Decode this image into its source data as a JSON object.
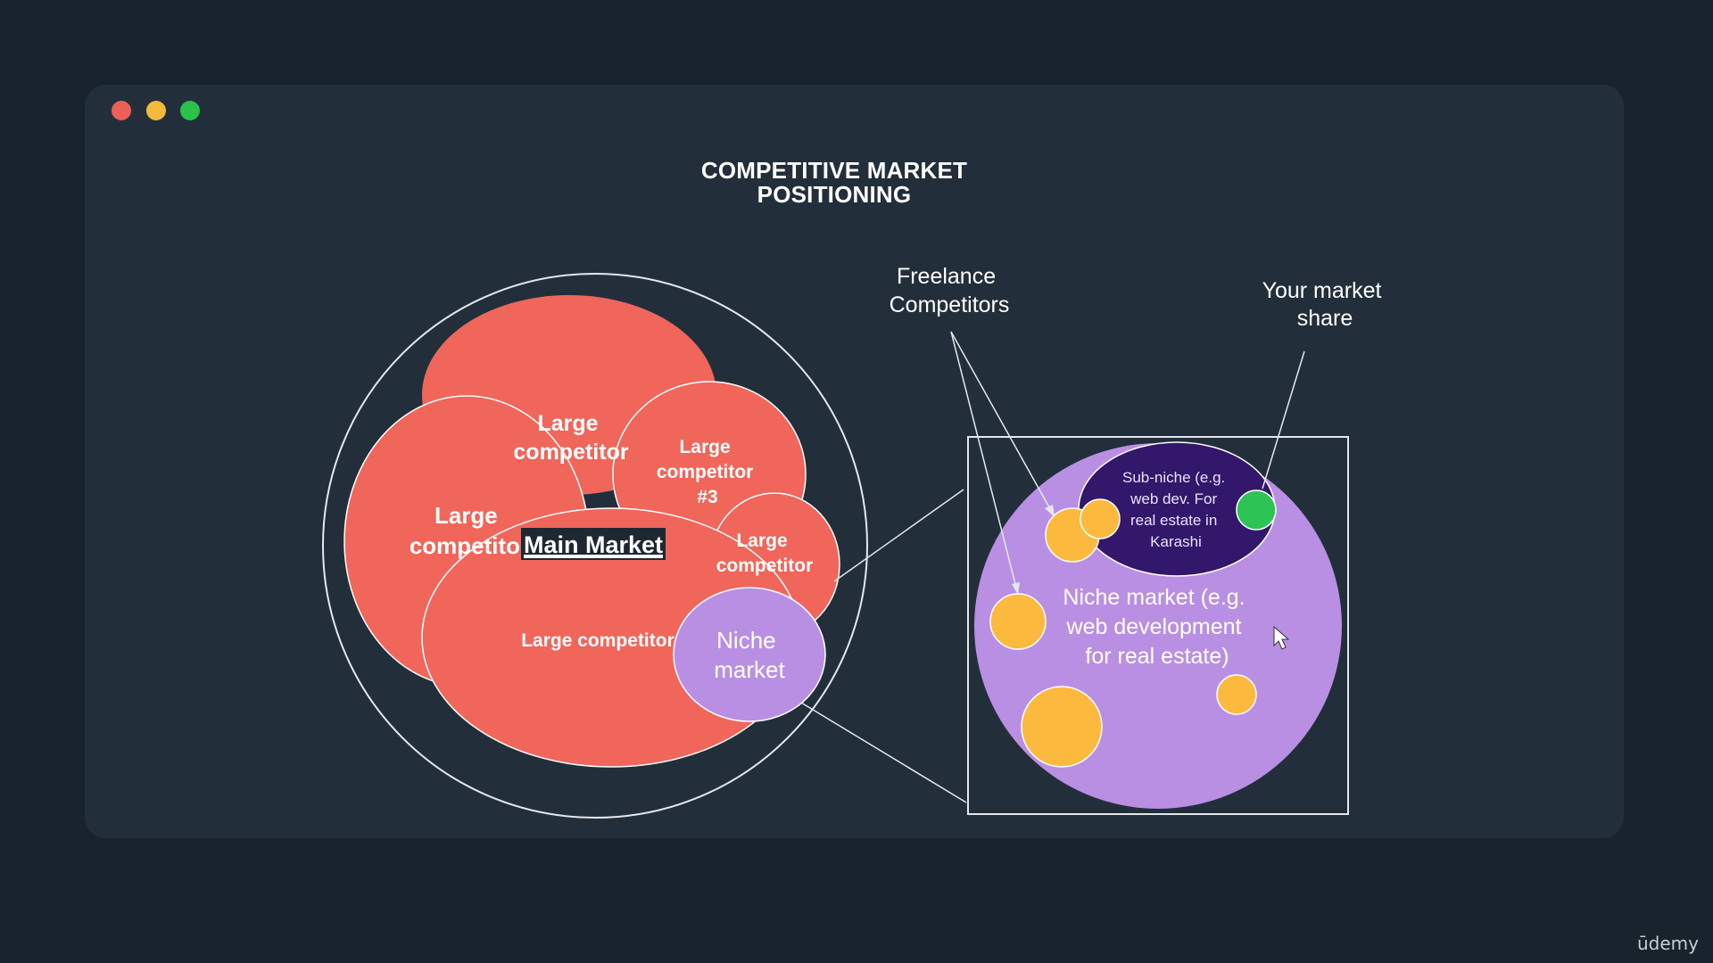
{
  "window": {
    "controls": {
      "close_color": "#ec5f57",
      "minimize_color": "#f2b93b",
      "maximize_color": "#29c24a"
    }
  },
  "diagram": {
    "title_line1": "COMPETITIVE MARKET",
    "title_line2": "POSITIONING",
    "main_market": {
      "label": "Main Market",
      "competitor_a": {
        "line1": "Large",
        "line2": "competitor"
      },
      "competitor_b": {
        "line1": "Large",
        "line2": "competitor"
      },
      "competitor_3": {
        "line1": "Large",
        "line2": "competitor",
        "line3": "#3"
      },
      "competitor_4": {
        "line1": "Large",
        "line2": "competitor"
      },
      "competitor_main": {
        "label": "Large competitor"
      },
      "niche": {
        "line1": "Niche",
        "line2": "market"
      }
    },
    "zoom": {
      "niche_label": {
        "line1": "Niche market (e.g.",
        "line2": "web development",
        "line3": "for real estate)"
      },
      "sub_niche": {
        "line1": "Sub-niche (e.g.",
        "line2": "web dev. For",
        "line3": "real estate in",
        "line4": "Karashi"
      }
    },
    "callouts": {
      "freelance": {
        "line1": "Freelance",
        "line2": "Competitors"
      },
      "your_share": {
        "line1": "Your market",
        "line2": "share"
      }
    },
    "colors": {
      "competitor": "#f0665a",
      "niche": "#b98fe3",
      "sub_niche": "#33176a",
      "freelancer": "#fbb93e",
      "your_share": "#2dc355",
      "outline": "#e4e8ec"
    }
  },
  "watermark": "ūdemy"
}
